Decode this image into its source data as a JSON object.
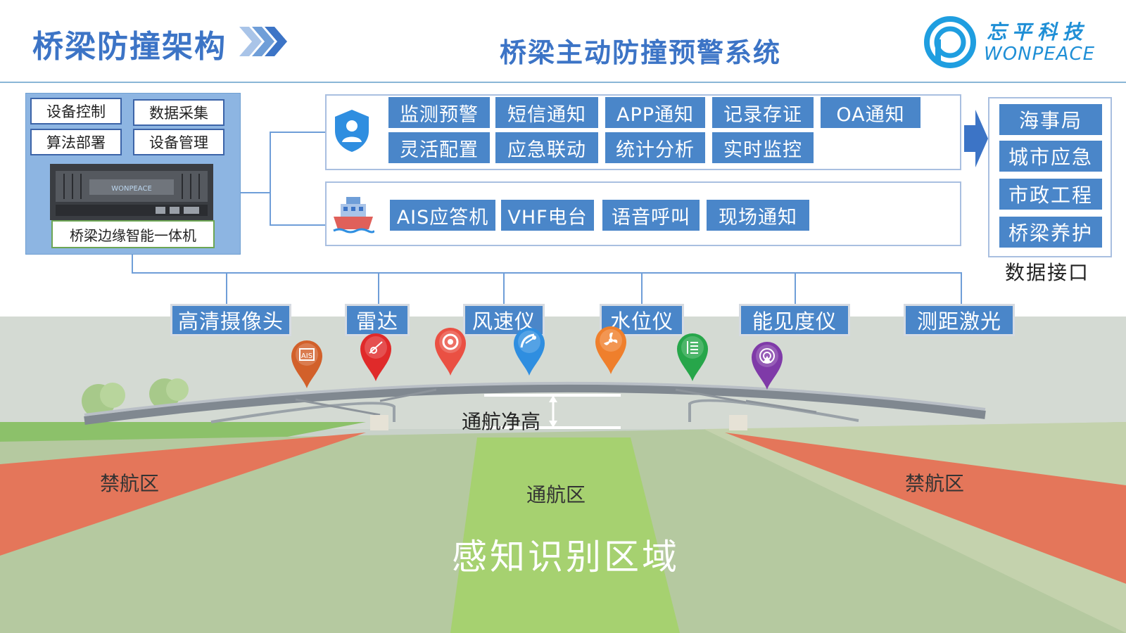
{
  "header": {
    "title": "桥梁防撞架构",
    "system_title": "桥梁主动防撞预警系统",
    "logo_cn": "忘平科技",
    "logo_en": "WONPEACE"
  },
  "device": {
    "functions": [
      "设备控制",
      "数据采集",
      "算法部署",
      "设备管理"
    ],
    "caption": "桥梁边缘智能一体机"
  },
  "services": {
    "shield_row": [
      "监测预警",
      "短信通知",
      "APP通知",
      "记录存证",
      "OA通知",
      "灵活配置",
      "应急联动",
      "统计分析",
      "实时监控"
    ],
    "ship_row": [
      "AIS应答机",
      "VHF电台",
      "语音呼叫",
      "现场通知"
    ]
  },
  "data_interface": {
    "items": [
      "海事局",
      "城市应急",
      "市政工程",
      "桥梁养护"
    ],
    "label": "数据接口"
  },
  "sensors": [
    "高清摄像头",
    "雷达",
    "风速仪",
    "水位仪",
    "能见度仪",
    "测距激光"
  ],
  "pins": [
    {
      "icon": "ais-icon",
      "color": "#d2602a",
      "text": "AIS"
    },
    {
      "icon": "radar-icon",
      "color": "#e02a2a"
    },
    {
      "icon": "camera-icon",
      "color": "#ea5043"
    },
    {
      "icon": "satellite-dish-icon",
      "color": "#2f8ee0"
    },
    {
      "icon": "fan-icon",
      "color": "#ef7f2c"
    },
    {
      "icon": "water-level-icon",
      "color": "#27a64a"
    },
    {
      "icon": "laser-icon",
      "color": "#7f3aa8"
    }
  ],
  "scene": {
    "clearance": "通航净高",
    "no_nav_left": "禁航区",
    "no_nav_right": "禁航区",
    "nav_zone": "通航区",
    "perception_zone": "感知识别区域"
  }
}
